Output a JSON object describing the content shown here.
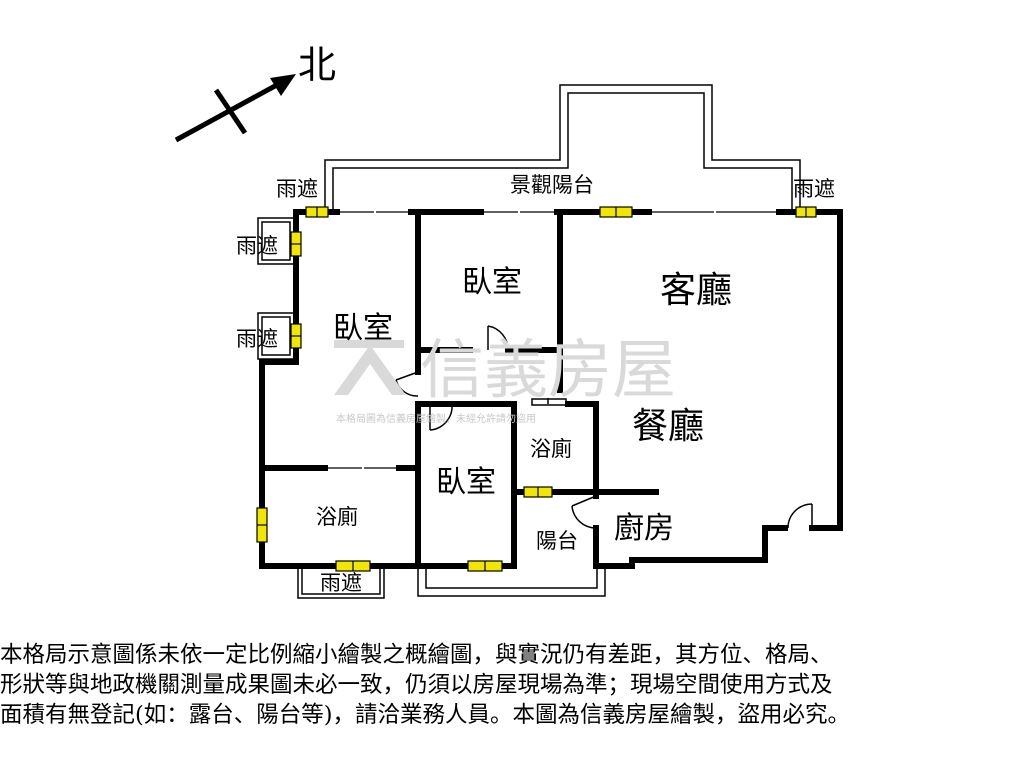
{
  "compass": {
    "north_label": "北"
  },
  "rooms": {
    "scenic_balcony": "景觀陽台",
    "bedroom_left": "臥室",
    "bedroom_top": "臥室",
    "bedroom_mid": "臥室",
    "living_room": "客廳",
    "dining_room": "餐廳",
    "bathroom_right": "浴廁",
    "bathroom_left": "浴廁",
    "kitchen": "廚房",
    "balcony": "陽台"
  },
  "canopies": {
    "top_left": "雨遮",
    "top_right": "雨遮",
    "left_upper": "雨遮",
    "left_lower": "雨遮",
    "bottom": "雨遮"
  },
  "watermark": {
    "brand": "信義房屋",
    "notice": "本格局圖為信義房屋繪製，未經允許請勿盜用"
  },
  "disclaimer": {
    "line1": "本格局示意圖係未依一定比例縮小繪製之概繪圖，與實況仍有差距，其方位、格局、",
    "line2": "形狀等與地政機關測量成果圖未必一致，仍須以房屋現場為準；現場空間使用方式及",
    "line3": "面積有無登記(如：露台、陽台等)，請洽業務人員。本圖為信義房屋繪製，盜用必究。"
  },
  "colors": {
    "wall": "#000000",
    "window_fill": "#f2e500",
    "watermark": "#d9d9d9"
  }
}
